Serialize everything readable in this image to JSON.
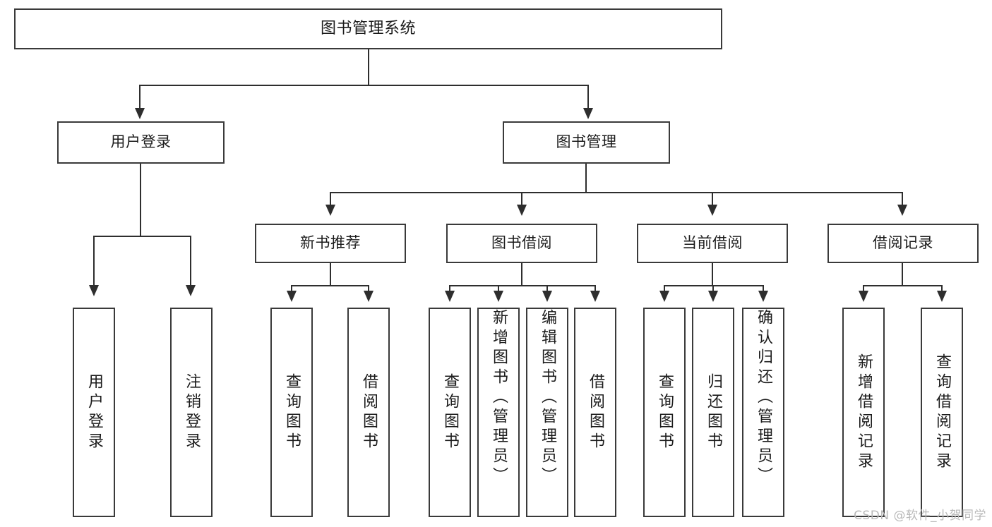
{
  "diagram": {
    "type": "tree",
    "title": "图书管理系统",
    "root": {
      "label": "图书管理系统"
    },
    "level1": [
      {
        "label": "用户登录"
      },
      {
        "label": "图书管理"
      }
    ],
    "level2": [
      {
        "label": "新书推荐"
      },
      {
        "label": "图书借阅"
      },
      {
        "label": "当前借阅"
      },
      {
        "label": "借阅记录"
      }
    ],
    "leaves": {
      "user_login": [
        {
          "label": "用户登录"
        },
        {
          "label": "注销登录"
        }
      ],
      "new_book_recommend": [
        {
          "label": "查询图书"
        },
        {
          "label": "借阅图书"
        }
      ],
      "book_borrow": [
        {
          "label": "查询图书"
        },
        {
          "label": "新增图书（管理员）"
        },
        {
          "label": "编辑图书（管理员）"
        },
        {
          "label": "借阅图书"
        }
      ],
      "current_borrow": [
        {
          "label": "查询图书"
        },
        {
          "label": "归还图书"
        },
        {
          "label": "确认归还（管理员）"
        }
      ],
      "borrow_record": [
        {
          "label": "新增借阅记录"
        },
        {
          "label": "查询借阅记录"
        }
      ]
    }
  },
  "watermark": {
    "text": "CSDN @软件_小贺同学"
  },
  "colors": {
    "box_border": "#3a3a3a",
    "box_fill": "#ffffff",
    "connector": "#2e2e2e",
    "text": "#1b1b1b",
    "watermark": "#b9b9b9",
    "background": "#ffffff"
  }
}
